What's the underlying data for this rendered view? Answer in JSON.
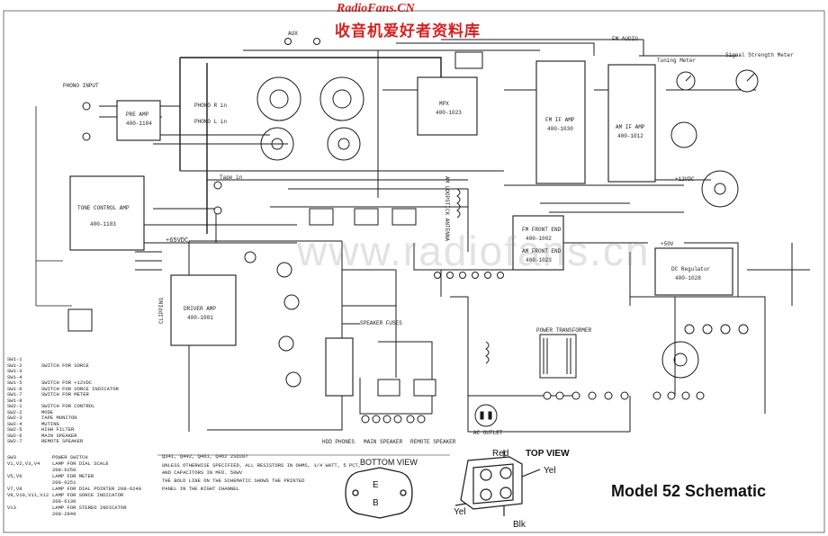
{
  "watermark": {
    "url": "RadioFans.CN",
    "chinese": "收音机爱好者资料库",
    "center": "www.radiofans.cn"
  },
  "title": "Model 52 Schematic",
  "blocks": {
    "phono_input": "PHONO INPUT",
    "pre_amp": "PRE AMP",
    "pre_amp_part": "400-1104",
    "tone_control": "TONE CONTROL AMP",
    "tone_control_part": "400-1103",
    "driver_amp": "DRIVER AMP",
    "driver_amp_part": "400-1001",
    "clipping": "CLIPPING",
    "mpx": "MPX",
    "mpx_part": "400-1023",
    "fm_if_amp": "FM IF AMP",
    "fm_if_amp_part": "400-1030",
    "am_if_amp": "AM IF AMP",
    "am_if_amp_part": "400-1012",
    "fm_front_end": "FM FRONT END",
    "fm_front_end_part": "400-1002",
    "am_front_end": "AM FRONT END",
    "am_front_end_part": "400-1023",
    "dc_regulator": "DC Regulator",
    "dc_regulator_part": "400-1028",
    "power_transformer": "POWER TRANSFORMER",
    "speaker_fuses": "SPEAKER FUSES",
    "am_loopstick": "AM LOOPSTICK ANTENNA",
    "tuning_meter": "Tuning Meter",
    "signal_meter": "Signal Strength Meter",
    "ac_outlet": "AC OUTLET"
  },
  "labels": {
    "aux": "AUX",
    "phono_r": "PHONO R in",
    "phono_l": "PHONO L in",
    "tape_in": "Tape in",
    "fm_audio": "FM AUDIO",
    "volt_65": "+65VDC",
    "volt_12": "+12VDC",
    "volt_50": "+50V",
    "main_speaker": "MAIN SPEAKER",
    "remote_speaker": "REMOTE SPEAKER",
    "hdd_phones": "HDD PHONES",
    "bottom_view": "BOTTOM VIEW",
    "top_view": "TOP VIEW",
    "red": "Red",
    "yel_right": "Yel",
    "yel_left": "Yel",
    "blk": "Blk",
    "emitter": "E",
    "base": "B",
    "transistors": "Q341, Q442, Q461, Q462     2SD207",
    "note_1": "UNLESS OTHERWISE SPECIFIED, ALL RESISTORS IN OHMS, 1/4 WATT, 5 PCT,",
    "note_2": "AND CAPACITORS IN MFD. 50WV",
    "note_3": "THE BOLD LINE ON THE SCHEMATIC SHOWS THE PRINTED",
    "note_4": "PANEL IN THE RIGHT CHANNEL"
  },
  "switch_legend": [
    [
      "SW1-1",
      ""
    ],
    [
      "SW1-2",
      "SWITCH FOR SORCE"
    ],
    [
      "SW1-3",
      ""
    ],
    [
      "SW1-4",
      ""
    ],
    [
      "SW1-5",
      "SWITCH FOR +12VDC"
    ],
    [
      "SW1-6",
      "SWITCH FOR SORCE INDICATOR"
    ],
    [
      "SW1-7",
      "SWITCH FOR METER"
    ],
    [
      "SW1-8",
      ""
    ],
    [
      "SW2-1",
      "SWITCH FOR CONTROL"
    ],
    [
      "SW2-2",
      "MODE"
    ],
    [
      "SW2-3",
      "TAPE MONITOR"
    ],
    [
      "SW2-4",
      "MUTING"
    ],
    [
      "SW2-5",
      "HIGH FILTER"
    ],
    [
      "SW2-6",
      "MAIN SPEAKER"
    ],
    [
      "SW2-7",
      "REMOTE SPEAKER"
    ]
  ],
  "lamp_legend": [
    [
      "SW3",
      "POWER SWITCH"
    ],
    [
      "V1,V2,V3,V4",
      "LAMP FOR DIAL SCALE"
    ],
    [
      "",
      "208-6250"
    ],
    [
      "V5,V6",
      "LAMP FOR METER"
    ],
    [
      "",
      "208-6251"
    ],
    [
      "V7,V8",
      "LAMP FOR DIAL POINTER  208-6240"
    ],
    [
      "V9,V10,V11,V12",
      "LAMP FOR SORCE INDICATOR"
    ],
    [
      "",
      "208-6130"
    ],
    [
      "V13",
      "LAMP FOR STEREO INDICATOR"
    ],
    [
      "",
      "208-2840"
    ]
  ],
  "colors": {
    "ink": "#1a1a1a",
    "watermark_red": "#d6201f",
    "paper": "#ffffff"
  }
}
